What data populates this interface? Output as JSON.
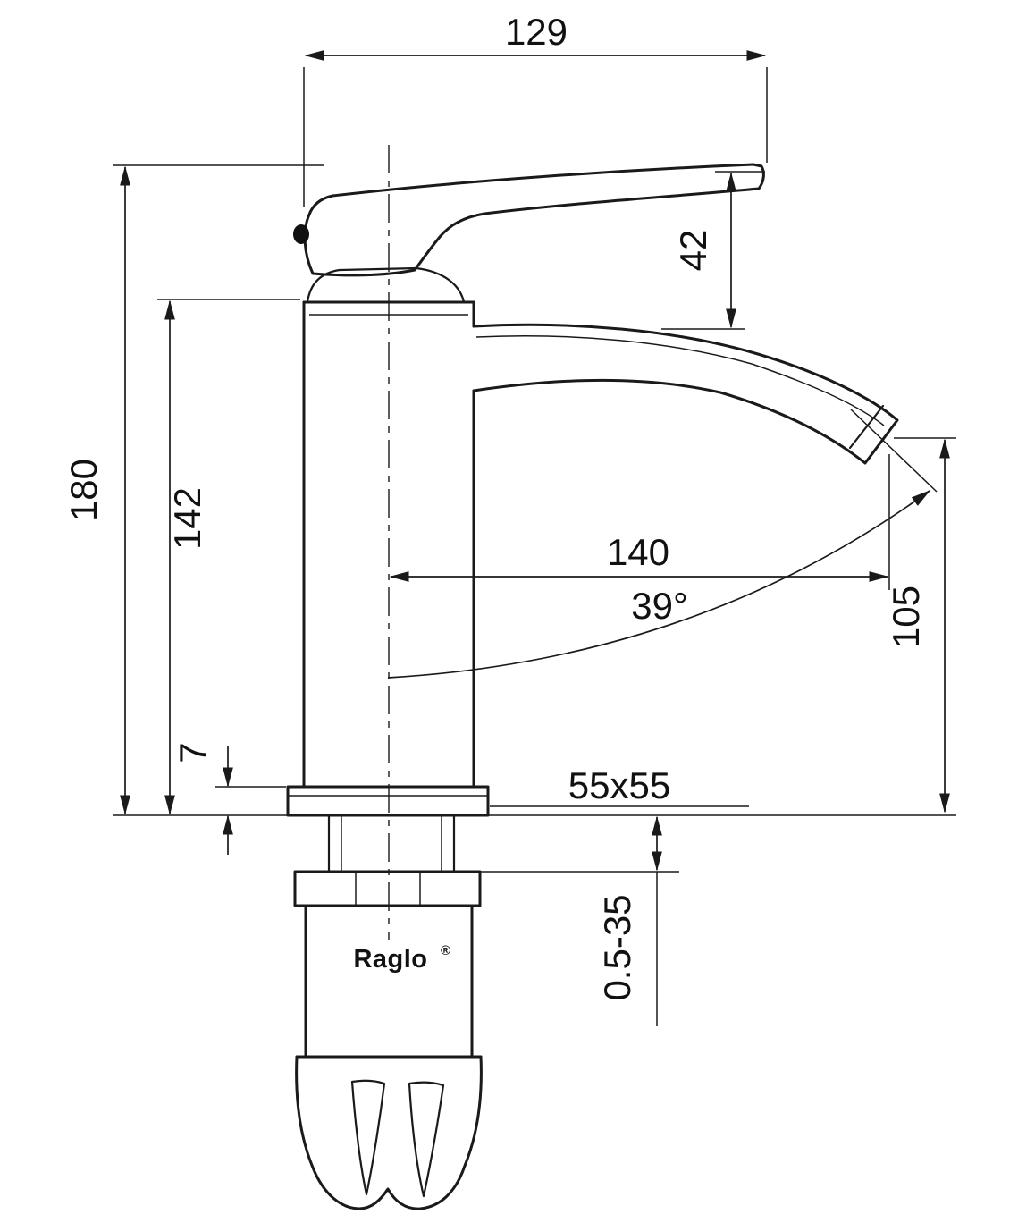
{
  "drawing": {
    "brand": "Raglo",
    "registered": "®",
    "type": "faucet-technical-drawing"
  },
  "dimensions": {
    "top_width": "129",
    "handle_height": "42",
    "total_height": "180",
    "body_height": "142",
    "flange_thickness": "7",
    "spout_reach": "140",
    "spout_angle": "39°",
    "outlet_height": "105",
    "base_plate": "55x55",
    "mounting_thickness": "0.5-35"
  }
}
